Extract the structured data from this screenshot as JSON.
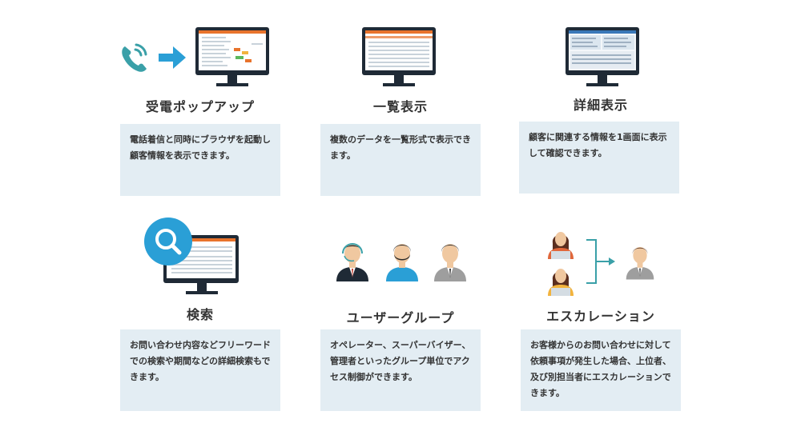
{
  "colors": {
    "phone": "#3aa0a8",
    "arrow": "#2a9fd6",
    "search": "#2a9fd6",
    "monitor": "#1f2a36",
    "screen_header": "#e8732c",
    "box_bg": "#e3edf3",
    "bracket": "#3aa0a8"
  },
  "features": [
    {
      "id": "popup",
      "title": "受電ポップアップ",
      "description": "電話着信と同時にブラウザを起動し顧客情報を表示できます。",
      "icons": [
        "phone-icon",
        "arrow-right-icon",
        "monitor-icon"
      ]
    },
    {
      "id": "list",
      "title": "一覧表示",
      "description": "複数のデータを一覧形式で表示できます。",
      "icons": [
        "monitor-icon"
      ]
    },
    {
      "id": "detail",
      "title": "詳細表示",
      "description": "顧客に関連する情報を1画面に表示して確認できます。",
      "icons": [
        "monitor-icon"
      ]
    },
    {
      "id": "search",
      "title": "検索",
      "description": "お問い合わせ内容などフリーワードでの検索や期間などの詳細検索もできます。",
      "icons": [
        "magnifier-icon",
        "monitor-icon"
      ]
    },
    {
      "id": "usergroup",
      "title": "ユーザーグループ",
      "description": "オペレーター、スーパーバイザー、管理者といったグループ単位でアクセス制御ができます。",
      "icons": [
        "operator-avatar-icon",
        "supervisor-avatar-icon",
        "manager-avatar-icon"
      ]
    },
    {
      "id": "escalation",
      "title": "エスカレーション",
      "description": "お客様からのお問い合わせに対して依頼事項が発生した場合、上位者、及び別担当者にエスカレーションできます。",
      "icons": [
        "female-operator-icon",
        "female-operator-icon",
        "bracket-arrow-icon",
        "manager-avatar-icon"
      ]
    }
  ]
}
